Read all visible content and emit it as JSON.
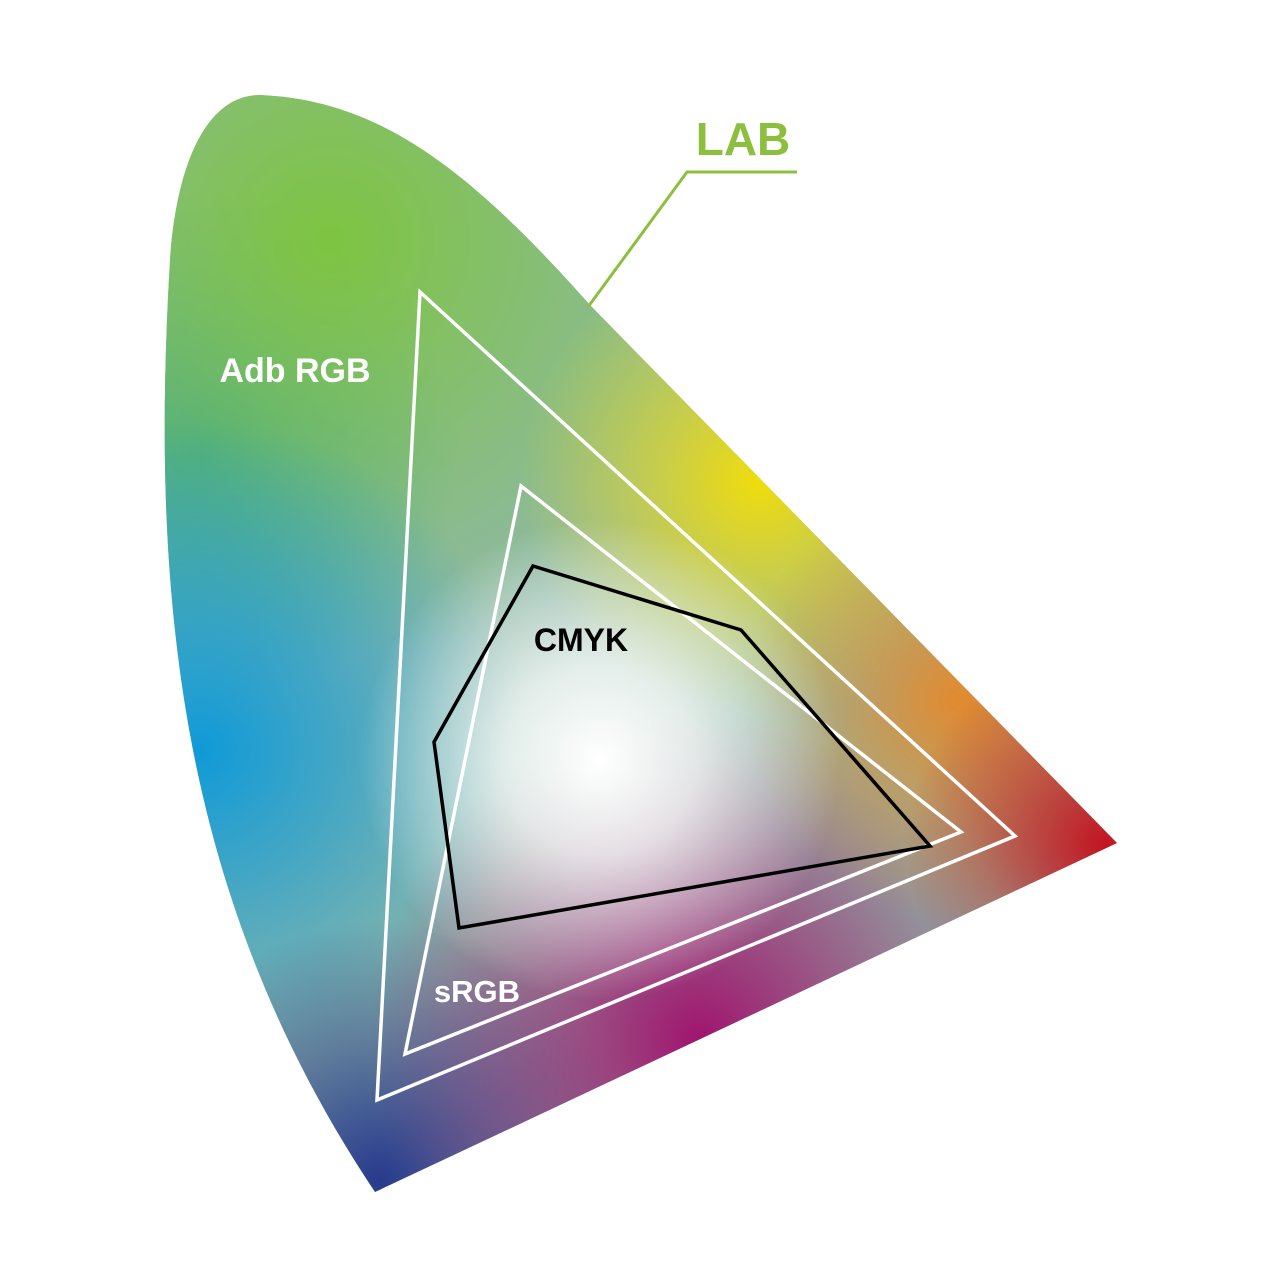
{
  "diagram": {
    "labels": {
      "lab": "LAB",
      "adobe_rgb": "Adb RGB",
      "cmyk": "CMYK",
      "srgb": "sRGB"
    },
    "colors": {
      "lab_label": "#8dbf3f",
      "gamut_outline": "#ffffff",
      "cmyk_outline": "#000000",
      "label_light": "#ffffff",
      "label_dark": "#000000",
      "green": "#7ec441",
      "yellow": "#f0dc0c",
      "orange": "#e28a2e",
      "red": "#c4141f",
      "magenta": "#a0156e",
      "navy": "#283a8c",
      "blue": "#0f9ad8",
      "teal": "#30a29a",
      "white_point": "#ffffff"
    }
  }
}
